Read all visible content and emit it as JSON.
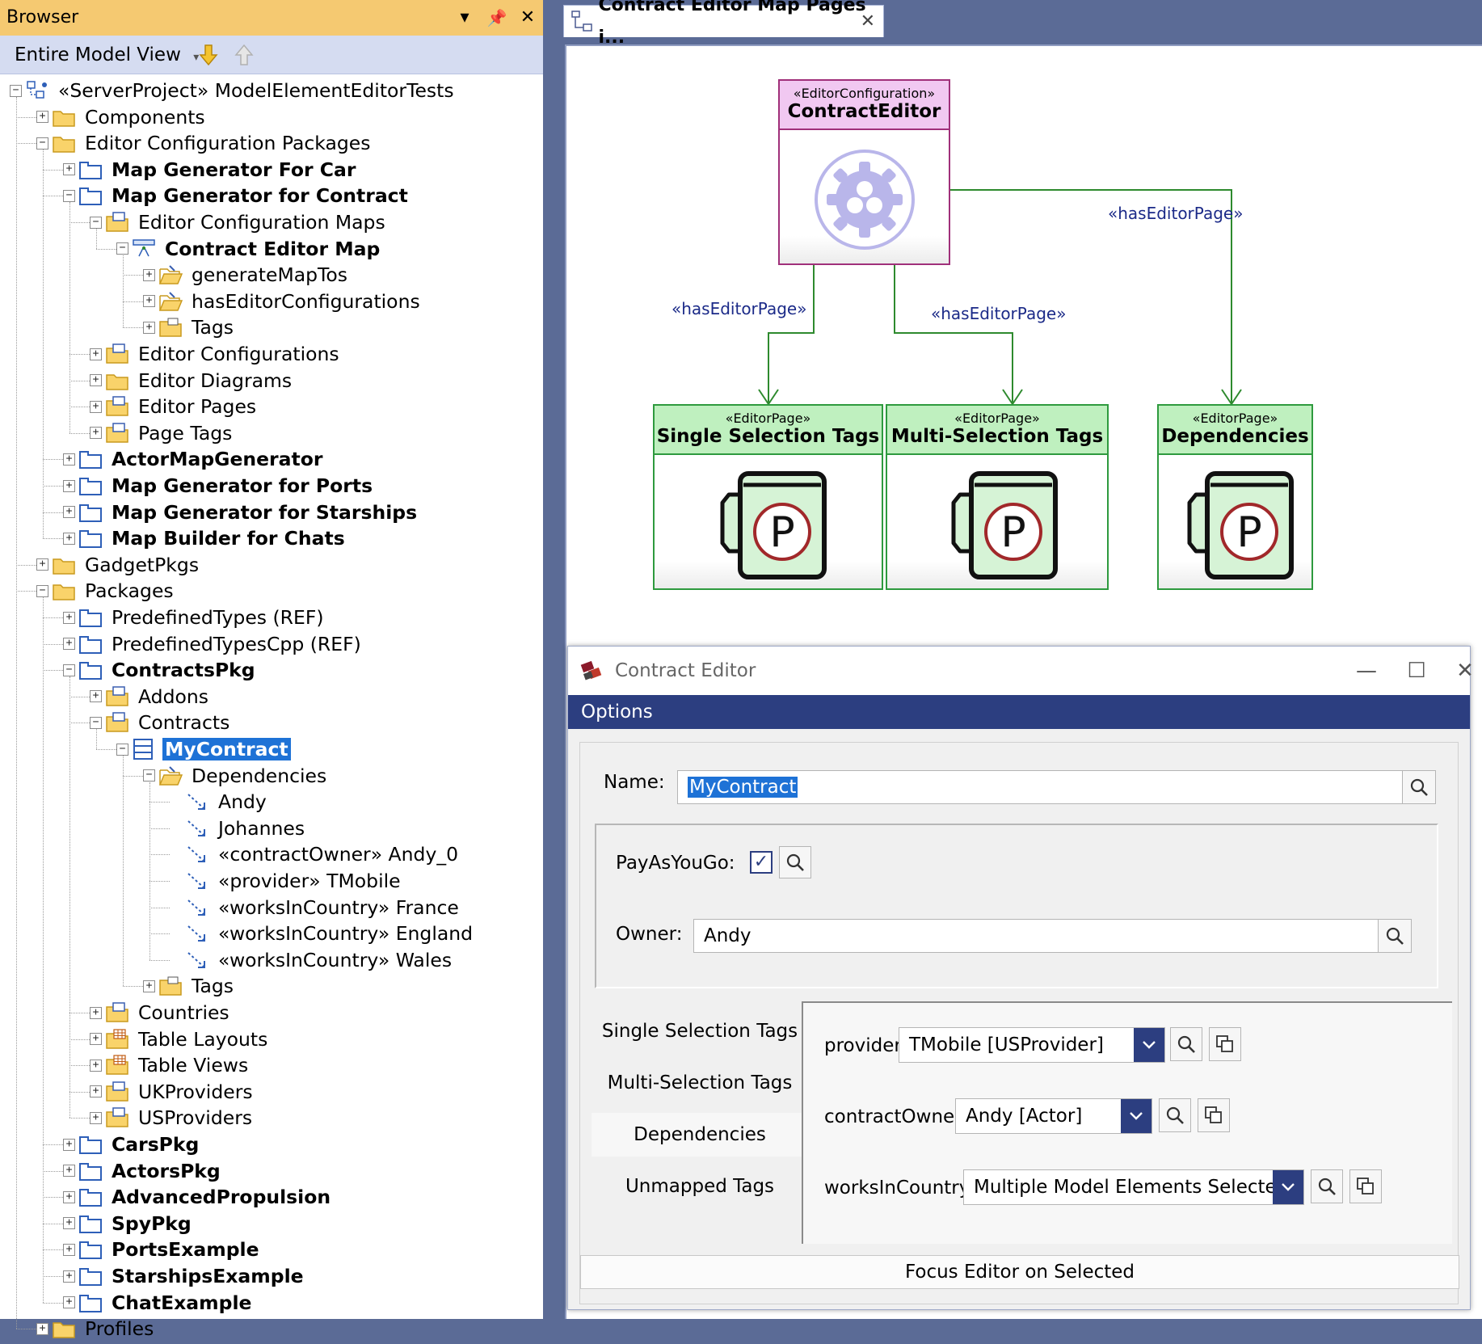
{
  "browser": {
    "title": "Browser",
    "view_label": "Entire Model View",
    "tree": [
      {
        "label": "«ServerProject» ModelElementEditorTests",
        "level": 0,
        "toggle": "-",
        "icon": "server-project-icon",
        "bold": false
      },
      {
        "label": "Components",
        "level": 1,
        "toggle": "+",
        "icon": "folder-icon",
        "bold": false
      },
      {
        "label": "Editor Configuration Packages",
        "level": 1,
        "toggle": "-",
        "icon": "folder-icon",
        "bold": false
      },
      {
        "label": "Map Generator For Car",
        "level": 2,
        "toggle": "+",
        "icon": "package-icon",
        "bold": true
      },
      {
        "label": "Map Generator for Contract",
        "level": 2,
        "toggle": "-",
        "icon": "package-icon",
        "bold": true
      },
      {
        "label": "Editor Configuration Maps",
        "level": 3,
        "toggle": "-",
        "icon": "package-folder-icon",
        "bold": false
      },
      {
        "label": "Contract Editor Map",
        "level": 4,
        "toggle": "-",
        "icon": "diagram-icon",
        "bold": true
      },
      {
        "label": "generateMapTos",
        "level": 5,
        "toggle": "+",
        "icon": "open-folder-icon",
        "bold": false
      },
      {
        "label": "hasEditorConfigurations",
        "level": 5,
        "toggle": "+",
        "icon": "open-folder-icon",
        "bold": false
      },
      {
        "label": "Tags",
        "level": 5,
        "toggle": "+",
        "icon": "tags-folder-icon",
        "bold": false
      },
      {
        "label": "Editor Configurations",
        "level": 3,
        "toggle": "+",
        "icon": "package-folder-icon",
        "bold": false
      },
      {
        "label": "Editor Diagrams",
        "level": 3,
        "toggle": "+",
        "icon": "folder-icon",
        "bold": false
      },
      {
        "label": "Editor Pages",
        "level": 3,
        "toggle": "+",
        "icon": "package-folder-icon",
        "bold": false
      },
      {
        "label": "Page Tags",
        "level": 3,
        "toggle": "+",
        "icon": "package-folder-icon",
        "bold": false
      },
      {
        "label": "ActorMapGenerator",
        "level": 2,
        "toggle": "+",
        "icon": "package-icon",
        "bold": true
      },
      {
        "label": "Map Generator for Ports",
        "level": 2,
        "toggle": "+",
        "icon": "package-icon",
        "bold": true
      },
      {
        "label": "Map Generator for Starships",
        "level": 2,
        "toggle": "+",
        "icon": "package-icon",
        "bold": true
      },
      {
        "label": "Map Builder for Chats",
        "level": 2,
        "toggle": "+",
        "icon": "package-icon",
        "bold": true
      },
      {
        "label": "GadgetPkgs",
        "level": 1,
        "toggle": "+",
        "icon": "folder-icon",
        "bold": false
      },
      {
        "label": "Packages",
        "level": 1,
        "toggle": "-",
        "icon": "folder-icon",
        "bold": false
      },
      {
        "label": "PredefinedTypes (REF)",
        "level": 2,
        "toggle": "+",
        "icon": "package-icon",
        "bold": false
      },
      {
        "label": "PredefinedTypesCpp (REF)",
        "level": 2,
        "toggle": "+",
        "icon": "package-icon",
        "bold": false
      },
      {
        "label": "ContractsPkg",
        "level": 2,
        "toggle": "-",
        "icon": "package-icon",
        "bold": true
      },
      {
        "label": "Addons",
        "level": 3,
        "toggle": "+",
        "icon": "package-folder-icon",
        "bold": false
      },
      {
        "label": "Contracts",
        "level": 3,
        "toggle": "-",
        "icon": "package-folder-icon",
        "bold": false
      },
      {
        "label": "MyContract",
        "level": 4,
        "toggle": "-",
        "icon": "class-icon",
        "bold": true,
        "selected": true
      },
      {
        "label": "Dependencies",
        "level": 5,
        "toggle": "-",
        "icon": "open-folder-icon",
        "bold": false
      },
      {
        "label": "Andy",
        "level": 6,
        "toggle": "",
        "icon": "dependency-icon",
        "bold": false
      },
      {
        "label": "Johannes",
        "level": 6,
        "toggle": "",
        "icon": "dependency-icon",
        "bold": false
      },
      {
        "label": "«contractOwner» Andy_0",
        "level": 6,
        "toggle": "",
        "icon": "dependency-icon",
        "bold": false
      },
      {
        "label": "«provider» TMobile",
        "level": 6,
        "toggle": "",
        "icon": "dependency-icon",
        "bold": false
      },
      {
        "label": "«worksInCountry» France",
        "level": 6,
        "toggle": "",
        "icon": "dependency-icon",
        "bold": false
      },
      {
        "label": "«worksInCountry» England",
        "level": 6,
        "toggle": "",
        "icon": "dependency-icon",
        "bold": false
      },
      {
        "label": "«worksInCountry» Wales",
        "level": 6,
        "toggle": "",
        "icon": "dependency-icon",
        "bold": false
      },
      {
        "label": "Tags",
        "level": 5,
        "toggle": "+",
        "icon": "tags-folder-icon",
        "bold": false
      },
      {
        "label": "Countries",
        "level": 3,
        "toggle": "+",
        "icon": "package-folder-icon",
        "bold": false
      },
      {
        "label": "Table Layouts",
        "level": 3,
        "toggle": "+",
        "icon": "table-folder-icon",
        "bold": false
      },
      {
        "label": "Table Views",
        "level": 3,
        "toggle": "+",
        "icon": "table-folder-icon",
        "bold": false
      },
      {
        "label": "UKProviders",
        "level": 3,
        "toggle": "+",
        "icon": "package-folder-icon",
        "bold": false
      },
      {
        "label": "USProviders",
        "level": 3,
        "toggle": "+",
        "icon": "package-folder-icon",
        "bold": false
      },
      {
        "label": "CarsPkg",
        "level": 2,
        "toggle": "+",
        "icon": "package-icon",
        "bold": true
      },
      {
        "label": "ActorsPkg",
        "level": 2,
        "toggle": "+",
        "icon": "package-icon",
        "bold": true
      },
      {
        "label": "AdvancedPropulsion",
        "level": 2,
        "toggle": "+",
        "icon": "package-icon",
        "bold": true
      },
      {
        "label": "SpyPkg",
        "level": 2,
        "toggle": "+",
        "icon": "package-icon",
        "bold": true
      },
      {
        "label": "PortsExample",
        "level": 2,
        "toggle": "+",
        "icon": "package-icon",
        "bold": true
      },
      {
        "label": "StarshipsExample",
        "level": 2,
        "toggle": "+",
        "icon": "package-icon",
        "bold": true
      },
      {
        "label": "ChatExample",
        "level": 2,
        "toggle": "+",
        "icon": "package-icon",
        "bold": true
      },
      {
        "label": "Profiles",
        "level": 1,
        "toggle": "+",
        "icon": "folder-icon",
        "bold": false
      }
    ]
  },
  "document_tab": {
    "title": "Contract Editor Map Pages i..."
  },
  "diagram": {
    "config_node": {
      "stereotype": "«EditorConfiguration»",
      "name": "ContractEditor"
    },
    "pages": [
      {
        "stereotype": "«EditorPage»",
        "name": "Single Selection Tags"
      },
      {
        "stereotype": "«EditorPage»",
        "name": "Multi-Selection Tags"
      },
      {
        "stereotype": "«EditorPage»",
        "name": "Dependencies"
      }
    ],
    "connector_label": "«hasEditorPage»",
    "page_icon_letter": "P"
  },
  "editor": {
    "title": "Contract Editor",
    "options_label": "Options",
    "name_label": "Name:",
    "name_value": "MyContract",
    "payasyougo_label": "PayAsYouGo:",
    "payasyougo_checked": true,
    "owner_label": "Owner:",
    "owner_value": "Andy",
    "tabs": [
      "Single Selection Tags",
      "Multi-Selection Tags",
      "Dependencies",
      "Unmapped Tags"
    ],
    "active_tab": "Dependencies",
    "fields": [
      {
        "label": "provider:",
        "value": "TMobile [USProvider]"
      },
      {
        "label": "contractOwner:",
        "value": "Andy [Actor]"
      },
      {
        "label": "worksInCountry:",
        "value": "Multiple Model Elements Selected"
      }
    ],
    "focus_button": "Focus Editor on Selected"
  },
  "colors": {
    "accent": "#2c3e80",
    "selection": "#1e72d6",
    "page_node": "#bff0bf",
    "config_node": "#f1c8f1",
    "connector": "#2e8a2e"
  }
}
